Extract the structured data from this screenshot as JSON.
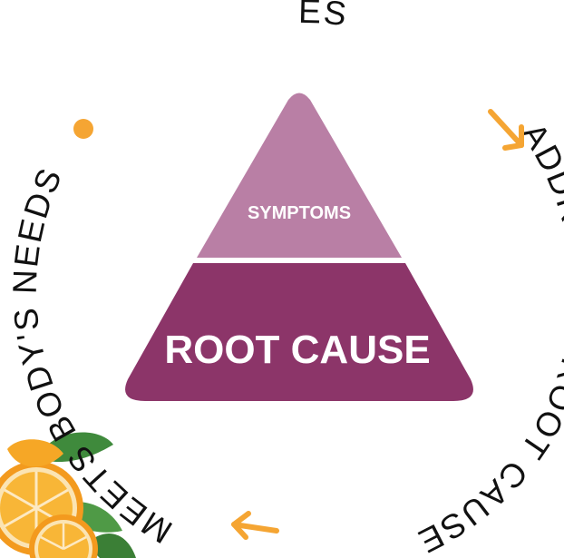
{
  "cycle": {
    "step1": "NATURE PRODUCES",
    "step2": "ADDRESSES ROOT CAUSE",
    "step3": "MEETS BODY'S NEEDS"
  },
  "pyramid": {
    "top_label": "SYMPTOMS",
    "bottom_label": "ROOT CAUSE"
  },
  "colors": {
    "top_layer": "#b97fa5",
    "bottom_layer": "#8c3569",
    "accent": "#f5a533",
    "ring_text": "#111111"
  },
  "decoration": {
    "image": "orange-slices-with-leaves"
  }
}
